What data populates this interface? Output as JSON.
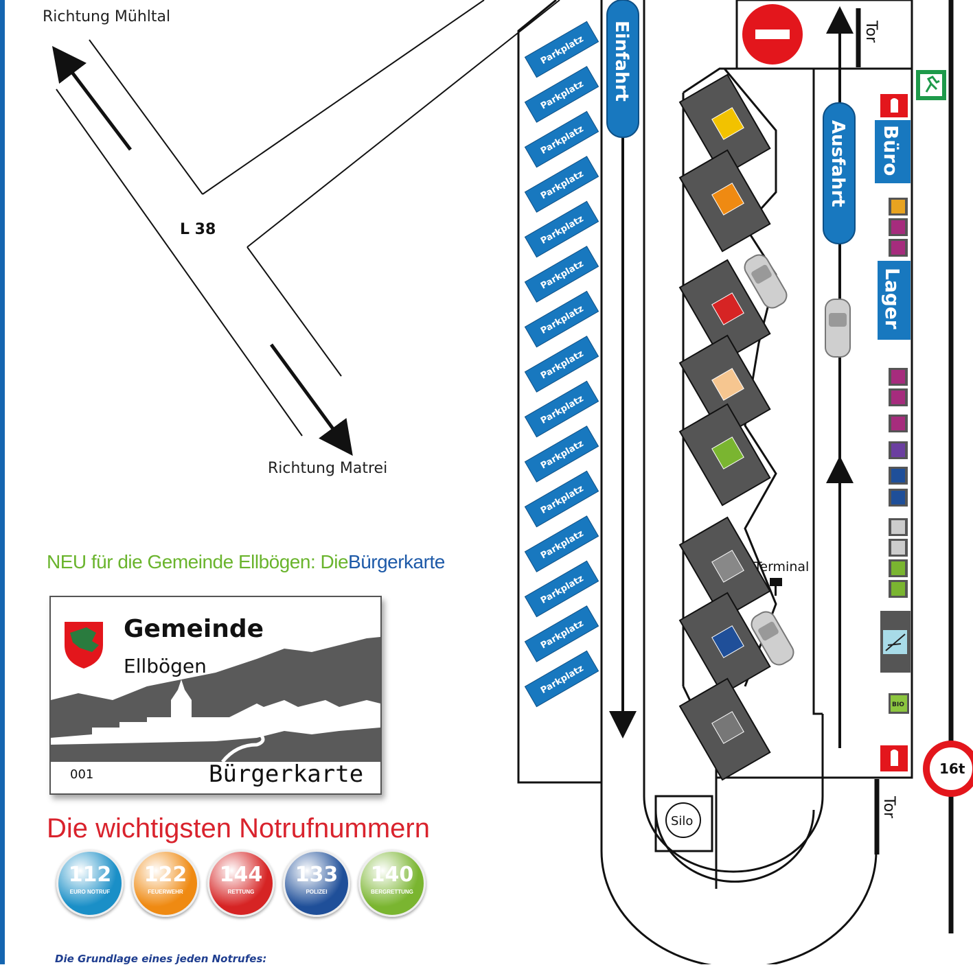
{
  "labels": {
    "dir_north": "Richtung Mühltal",
    "dir_south": "Richtung Matrei",
    "road": "L 38",
    "entry": "Einfahrt",
    "exit": "Ausfahrt",
    "office": "Büro",
    "storage": "Lager",
    "gate_top": "Tor",
    "gate_bottom": "Tor",
    "terminal": "Terminal",
    "silo": "Silo",
    "weight_limit": "16t",
    "parking": "Parkplatz"
  },
  "parking_count": 15,
  "promo": {
    "prefix": "NEU für die Gemeinde Ellbögen:",
    "middle": "Die",
    "highlight": "Bürgerkarte"
  },
  "card": {
    "title": "Gemeinde",
    "subtitle": "Ellbögen",
    "number": "001",
    "name": "Bürgerkarte"
  },
  "emergency": {
    "heading": "Die wichtigsten Notrufnummern",
    "footer": "Die Grundlage eines jeden Notrufes:",
    "numbers": [
      {
        "number": "112",
        "label": "EURO NOTRUF",
        "color": "#1a8fc7"
      },
      {
        "number": "122",
        "label": "FEUERWEHR",
        "color": "#ef8a12"
      },
      {
        "number": "144",
        "label": "RETTUNG",
        "color": "#d62424"
      },
      {
        "number": "133",
        "label": "POLIZEI",
        "color": "#1f4f99"
      },
      {
        "number": "140",
        "label": "BERGRETTUNG",
        "color": "#7ab530"
      }
    ]
  },
  "colors": {
    "blue": "#1878bf",
    "gray": "#555555",
    "red": "#e3161c",
    "green_text": "#6ab42d",
    "blue_text": "#1e5aa8",
    "heading_red": "#d9232d",
    "frame": "#1565b0"
  },
  "icons": {
    "no_entry": "no-entry-sign-icon",
    "emergency_exit": "emergency-exit-icon",
    "extinguisher": "fire-extinguisher-icon",
    "car": "car-icon",
    "bio_bin": "bio-waste-icon"
  },
  "bio_label": "BIO"
}
